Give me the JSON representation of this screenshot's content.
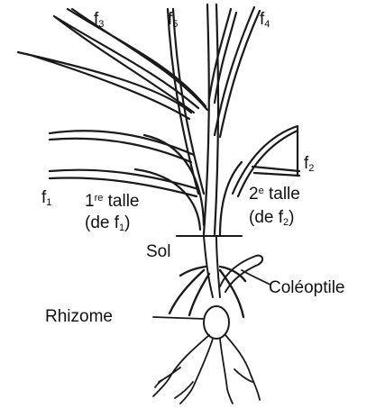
{
  "labels": {
    "f3_main": "f",
    "f3_sub": "3",
    "f5_main": "f",
    "f5_sub": "5",
    "f4_main": "f",
    "f4_sub": "4",
    "f2_main": "f",
    "f2_sub": "2",
    "f1_main": "f",
    "f1_sub": "1",
    "tiller1_num": "1",
    "tiller1_sup": "re",
    "tiller1_word": " talle",
    "tiller1_paren_open": "(de f",
    "tiller1_paren_sub": "1",
    "tiller1_paren_close": ")",
    "tiller2_num": "2",
    "tiller2_sup": "e",
    "tiller2_word": " talle",
    "tiller2_paren_open": "(de f",
    "tiller2_paren_sub": "2",
    "tiller2_paren_close": ")",
    "sol": "Sol",
    "coleoptile": "Coléoptile",
    "rhizome": "Rhizome"
  }
}
